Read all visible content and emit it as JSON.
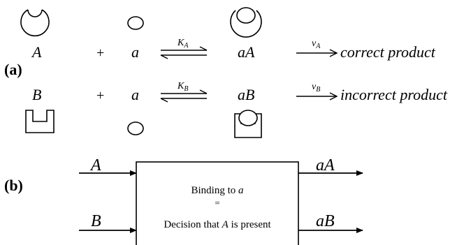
{
  "panel_a": {
    "label": "(a)",
    "row1": {
      "substrate": "A",
      "plus": "+",
      "ligand": "a",
      "rate_K": "K",
      "rate_K_sub": "A",
      "complex": "aA",
      "rate_v": "v",
      "rate_v_sub": "A",
      "product": "correct product"
    },
    "row2": {
      "substrate": "B",
      "plus": "+",
      "ligand": "a",
      "rate_K": "K",
      "rate_K_sub": "B",
      "complex": "aB",
      "rate_v": "v",
      "rate_v_sub": "B",
      "product": "incorrect product"
    }
  },
  "panel_b": {
    "label": "(b)",
    "input_top": "A",
    "input_bottom": "B",
    "output_top": "aA",
    "output_bottom": "aB",
    "box_line1_prefix": "Binding to ",
    "box_line1_var": "a",
    "box_line2": "=",
    "box_line3_prefix": "Decision that ",
    "box_line3_var": "A",
    "box_line3_suffix": " is present"
  }
}
